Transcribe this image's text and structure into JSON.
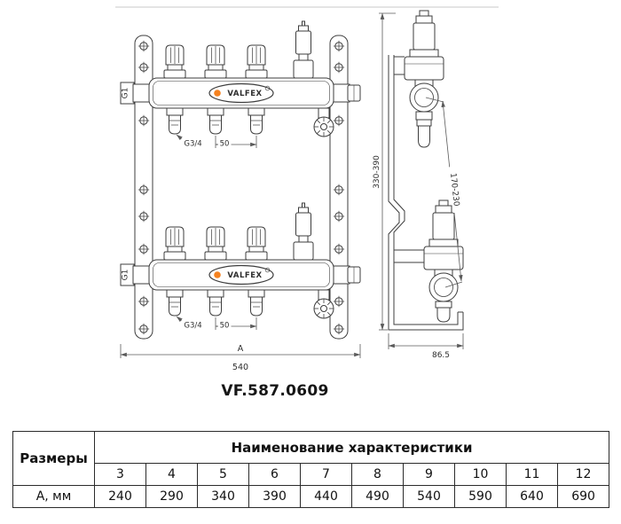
{
  "drawing": {
    "brand": "VALFEX",
    "model": "VF.587.0609",
    "accent_color": "#f5821f",
    "front_view": {
      "g1_top": "G1",
      "g1_bottom": "G1",
      "g34_top": "G3/4",
      "g34_bottom": "G3/4",
      "spacing_top": "50",
      "spacing_bottom": "50",
      "width_letter": "А",
      "width_value": "540"
    },
    "side_view": {
      "height_range": "330-390",
      "pitch_range": "170-230",
      "depth": "86.5"
    }
  },
  "table": {
    "row_header": "Размеры",
    "col_header": "Наименование характеристики",
    "row_label": "А, мм",
    "sizes": [
      "3",
      "4",
      "5",
      "6",
      "7",
      "8",
      "9",
      "10",
      "11",
      "12"
    ],
    "values": [
      "240",
      "290",
      "340",
      "390",
      "440",
      "490",
      "540",
      "590",
      "640",
      "690"
    ]
  }
}
